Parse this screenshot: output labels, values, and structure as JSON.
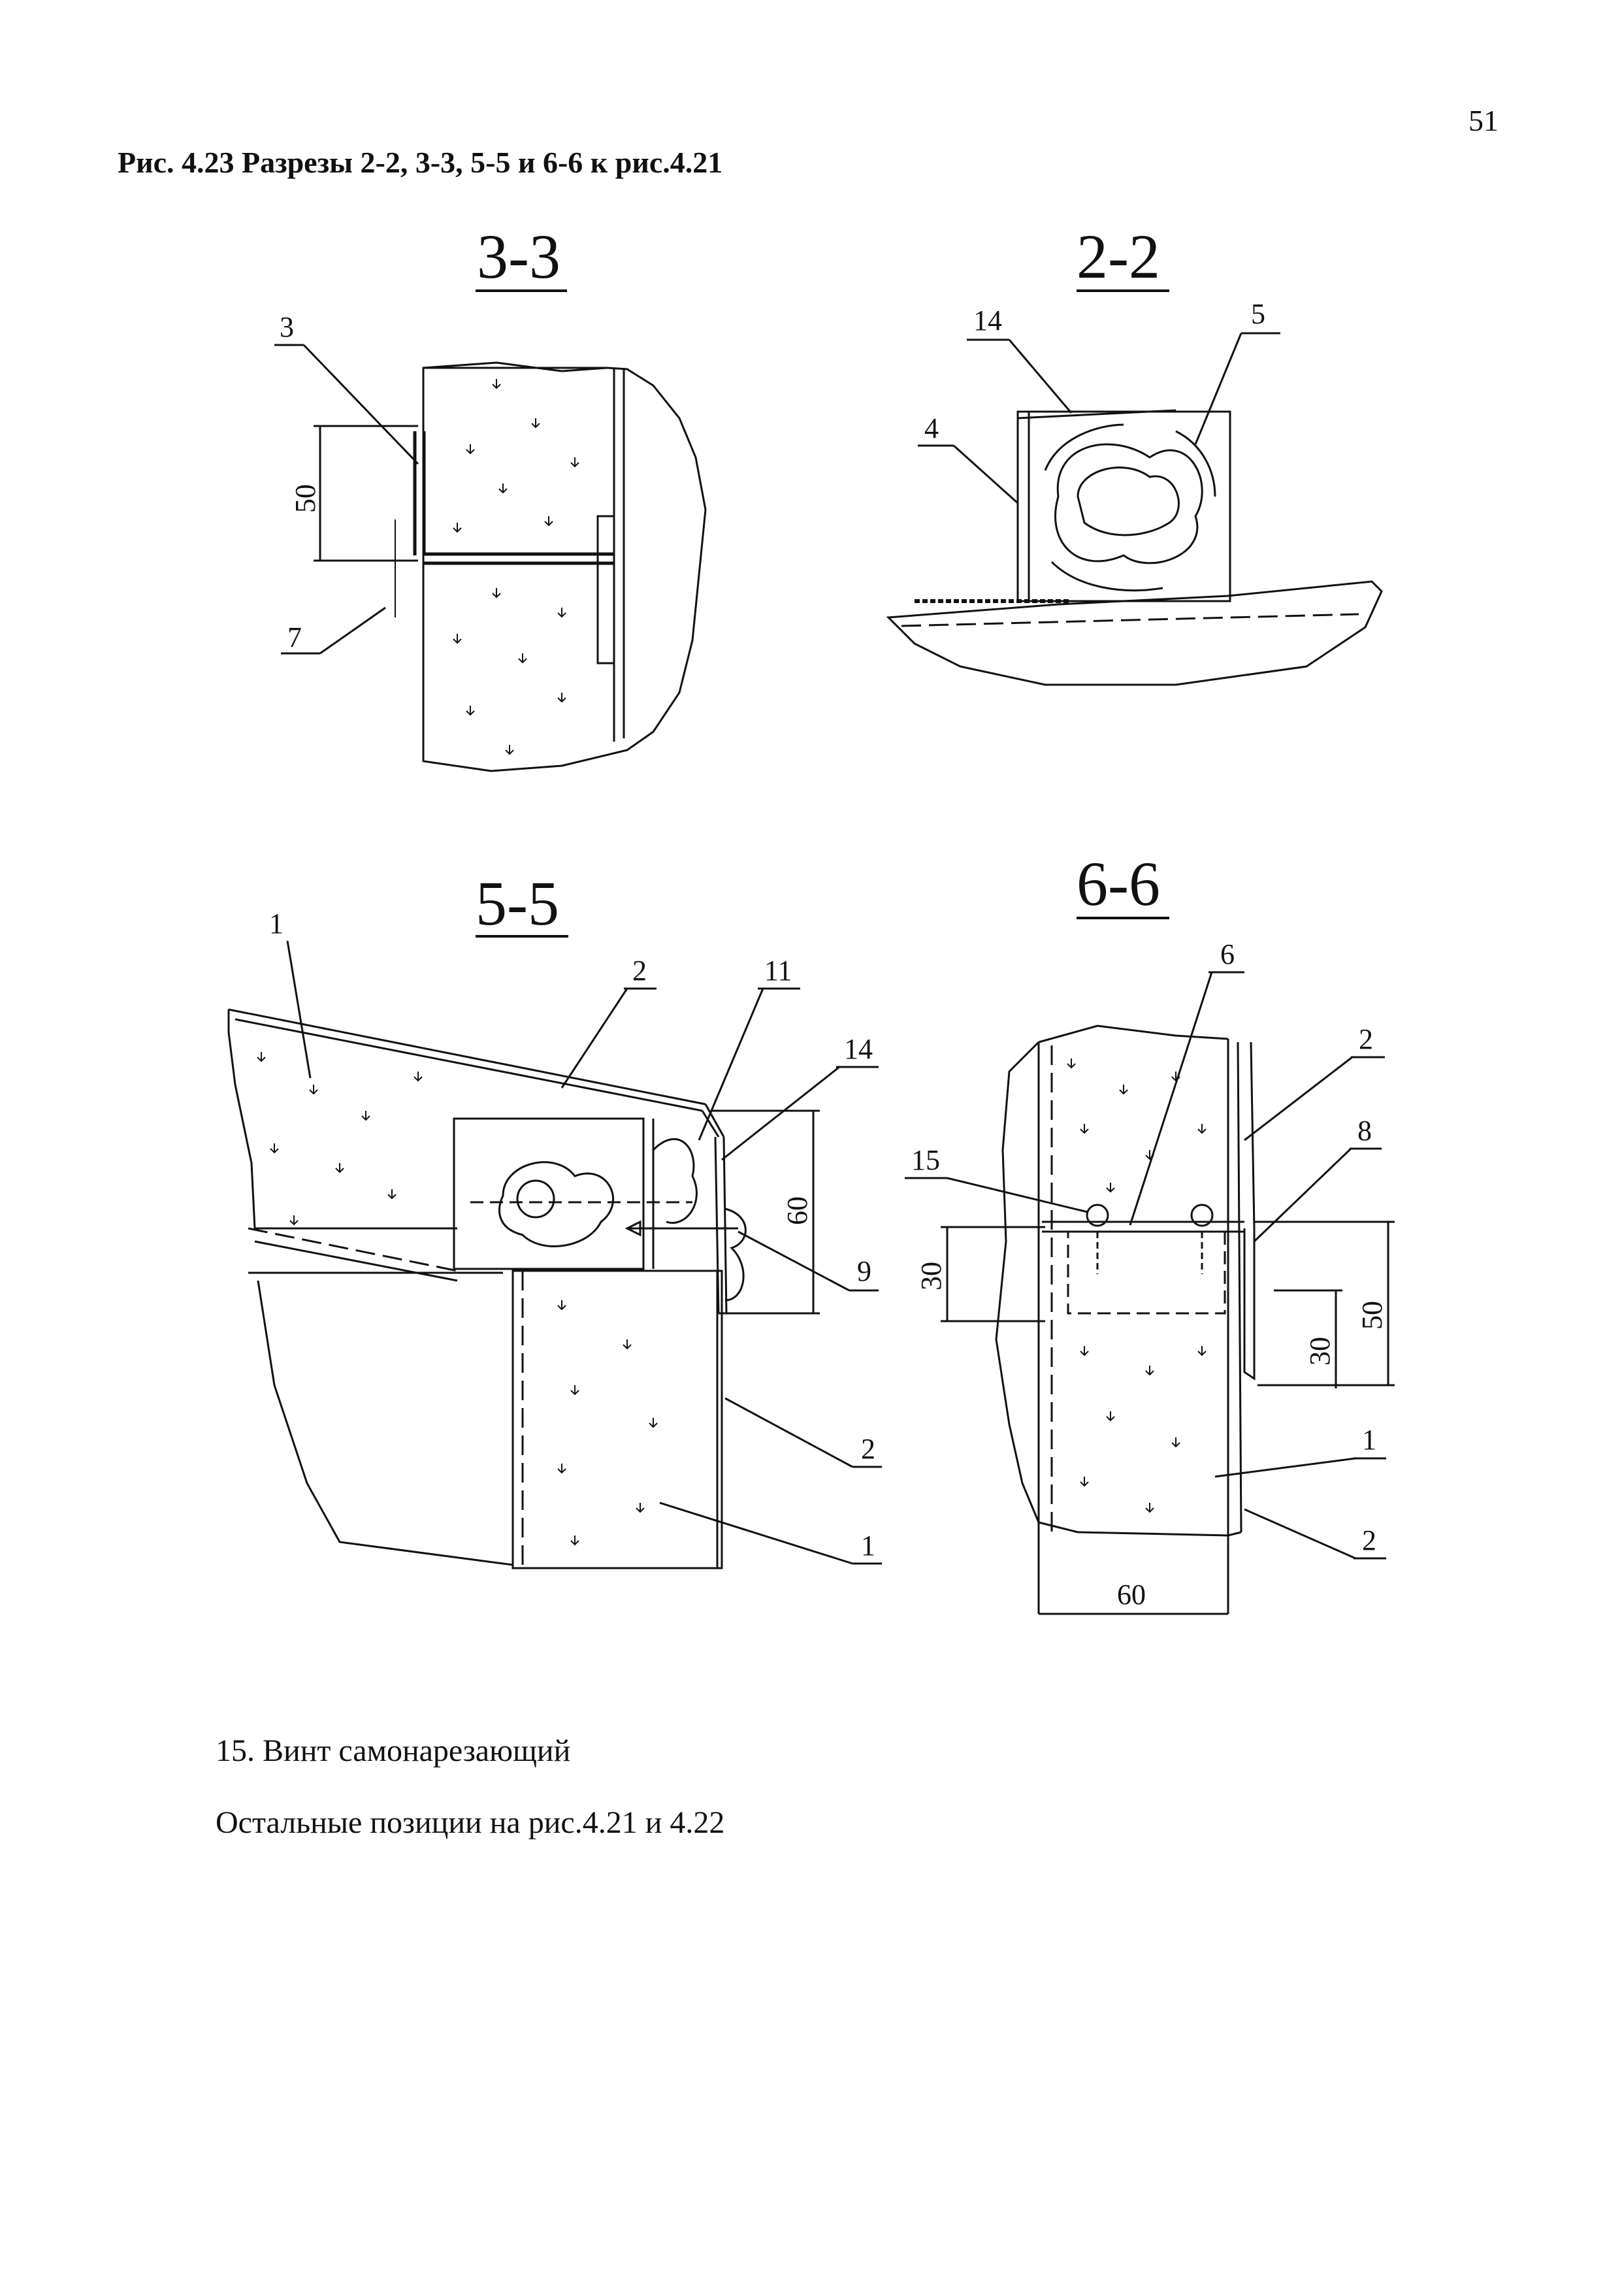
{
  "page_number": "51",
  "caption": "Рис. 4.23 Разрезы 2-2, 3-3, 5-5 и 6-6 к рис.4.21",
  "sections": {
    "s33": {
      "title": "3-3",
      "labels": {
        "l3": "3",
        "l7": "7"
      },
      "dims": {
        "d50": "50"
      }
    },
    "s22": {
      "title": "2-2",
      "labels": {
        "l14": "14",
        "l5": "5",
        "l4": "4"
      }
    },
    "s55": {
      "title": "5-5",
      "labels": {
        "l1a": "1",
        "l2a": "2",
        "l11": "11",
        "l14": "14",
        "l9": "9",
        "l2b": "2",
        "l1b": "1"
      },
      "dims": {
        "d60": "60"
      }
    },
    "s66": {
      "title": "6-6",
      "labels": {
        "l6": "6",
        "l2a": "2",
        "l8": "8",
        "l15": "15",
        "l1": "1",
        "l2b": "2"
      },
      "dims": {
        "d30a": "30",
        "d50": "50",
        "d30b": "30",
        "d60": "60"
      }
    }
  },
  "notes": {
    "n1": "15. Винт самонарезающий",
    "n2": "Остальные позиции на рис.4.21 и 4.22"
  }
}
